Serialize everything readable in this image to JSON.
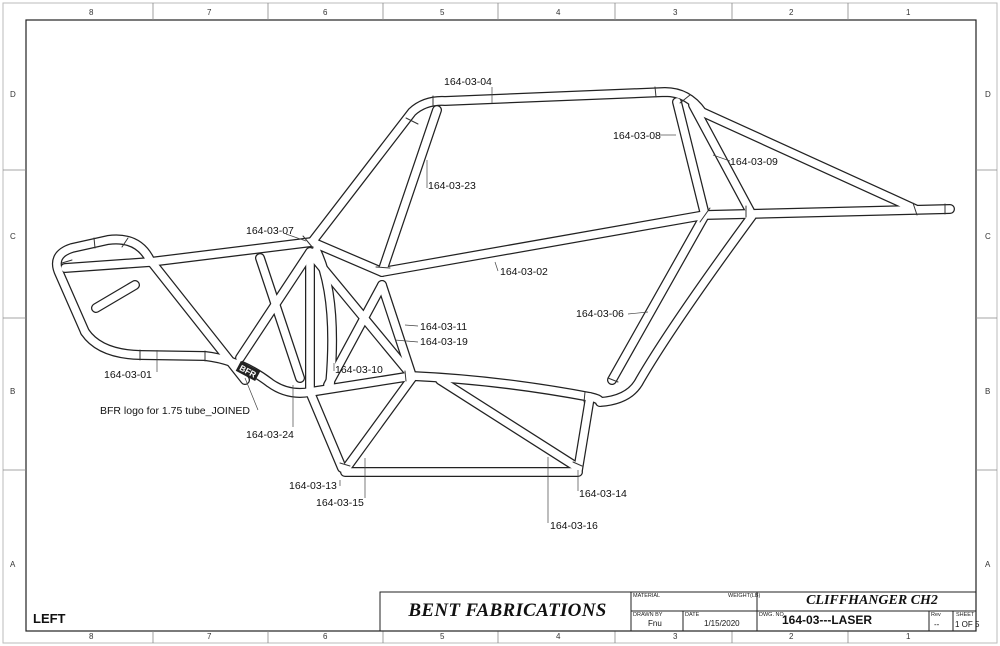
{
  "zones": {
    "columns": [
      "8",
      "7",
      "6",
      "5",
      "4",
      "3",
      "2",
      "1"
    ],
    "rows": [
      "D",
      "C",
      "B",
      "A"
    ]
  },
  "callouts": {
    "p01": "164-03-01",
    "p02": "164-03-02",
    "p04": "164-03-04",
    "p06": "164-03-06",
    "p07": "164-03-07",
    "p08": "164-03-08",
    "p09": "164-03-09",
    "p10": "164-03-10",
    "p11": "164-03-11",
    "p13": "164-03-13",
    "p14": "164-03-14",
    "p15": "164-03-15",
    "p16": "164-03-16",
    "p19": "164-03-19",
    "p23": "164-03-23",
    "p24": "164-03-24",
    "logo": "BFR logo for 1.75 tube_JOINED"
  },
  "logo_tube_text": "BFR",
  "view_label": "LEFT",
  "title_block": {
    "company": "BENT FABRICATIONS",
    "material_label": "MATERIAL",
    "weight_label": "WEIGHT(LB)",
    "drawn_by_label": "DRAWN BY",
    "drawn_by": "Fnu",
    "date_label": "DATE",
    "date": "1/15/2020",
    "dwg_no_label": "DWG. NO.",
    "title": "CLIFFHANGER CH2",
    "dwg_no": "164-03---LASER",
    "rev_label": "Rev",
    "rev": "--",
    "sheet_label": "SHEET",
    "sheet": "1 OF 5"
  }
}
